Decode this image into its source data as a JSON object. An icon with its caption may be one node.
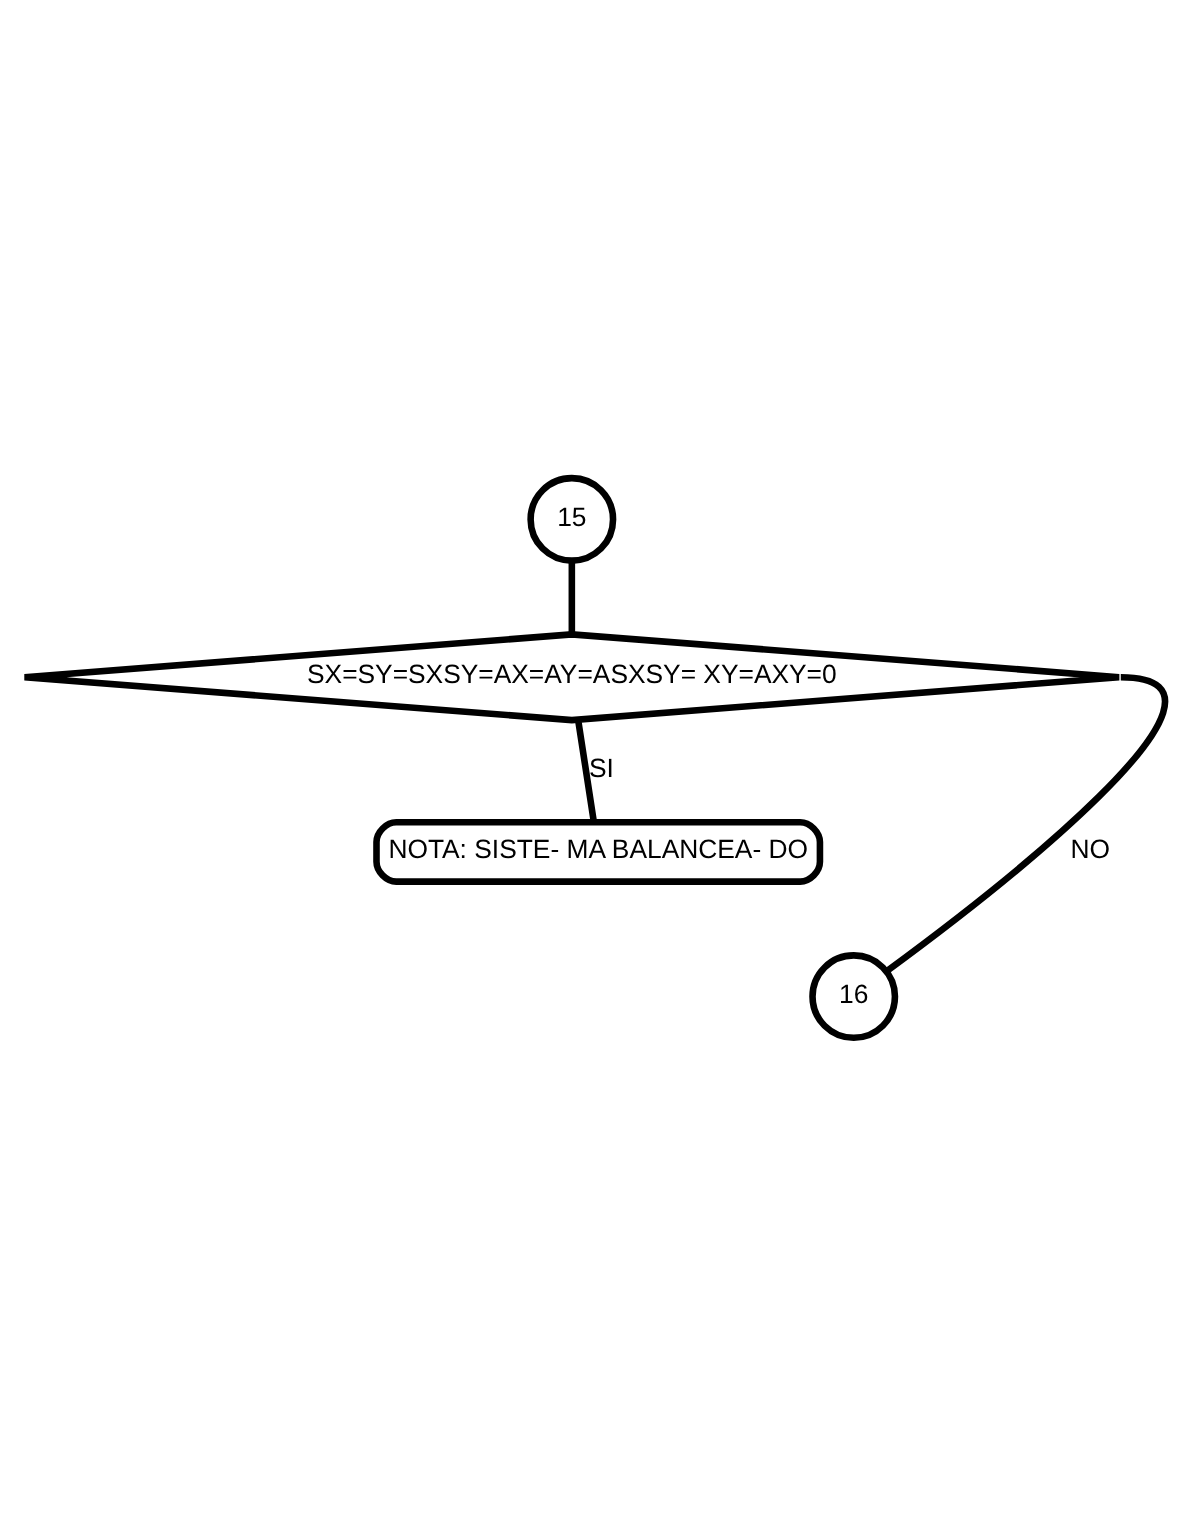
{
  "diagram": {
    "nodes": [
      {
        "text": [
          "15"
        ]
      },
      {
        "text": [
          "SX=SY=SXSY=AX=AY=ASXSY= XY=AXY=0"
        ]
      },
      {
        "text": [
          "NOTA: SISTE- MA BALANCEA- DO"
        ]
      },
      {
        "text": [
          "16"
        ]
      }
    ],
    "edges": [
      {
        "from": 0,
        "to": 1,
        "arrow": "none"
      },
      {
        "from": 1,
        "to": 2,
        "arrow": "none",
        "label": "SI"
      },
      {
        "from": 1,
        "to": 3,
        "arrow": "none",
        "label": "NO"
      }
    ]
  }
}
